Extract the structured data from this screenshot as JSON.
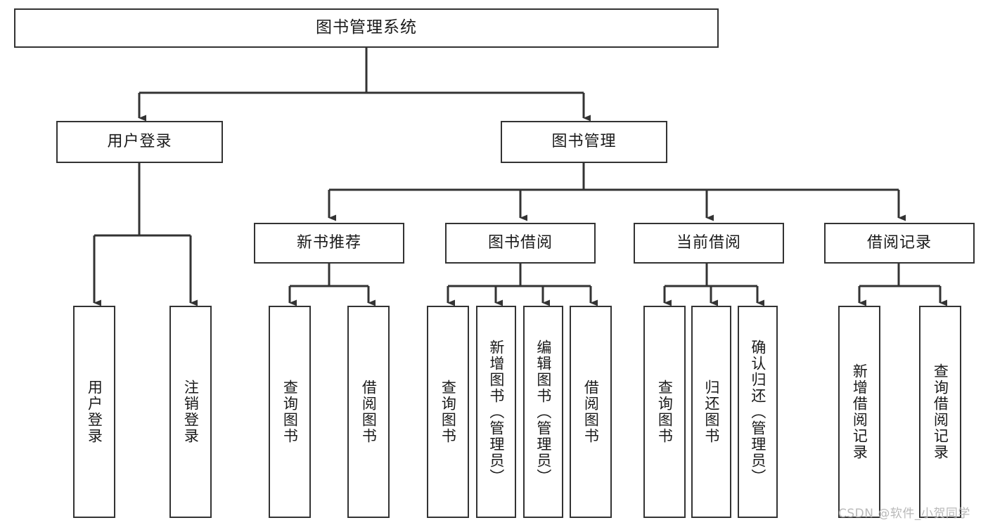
{
  "diagram": {
    "title": "图书管理系统",
    "orientation": "top-down-tree",
    "stroke_color": "#333333",
    "box_fill": "#ffffff",
    "background": "#ffffff",
    "root": {
      "label": "图书管理系统"
    },
    "level2": [
      {
        "label": "用户登录"
      },
      {
        "label": "图书管理"
      }
    ],
    "level3": [
      {
        "label": "新书推荐"
      },
      {
        "label": "图书借阅"
      },
      {
        "label": "当前借阅"
      },
      {
        "label": "借阅记录"
      }
    ],
    "leaves": {
      "user_login": [
        {
          "label": "用户登录"
        },
        {
          "label": "注销登录"
        }
      ],
      "new_book_recommend": [
        {
          "label": "查询图书"
        },
        {
          "label": "借阅图书"
        }
      ],
      "book_borrow": [
        {
          "label": "查询图书"
        },
        {
          "label": "新增图书（管理员）"
        },
        {
          "label": "编辑图书（管理员）"
        },
        {
          "label": "借阅图书"
        }
      ],
      "current_borrow": [
        {
          "label": "查询图书"
        },
        {
          "label": "归还图书"
        },
        {
          "label": "确认归还（管理员）"
        }
      ],
      "borrow_record": [
        {
          "label": "新增借阅记录"
        },
        {
          "label": "查询借阅记录"
        }
      ]
    }
  },
  "watermark": {
    "text": "CSDN @软件_小贺同学"
  }
}
